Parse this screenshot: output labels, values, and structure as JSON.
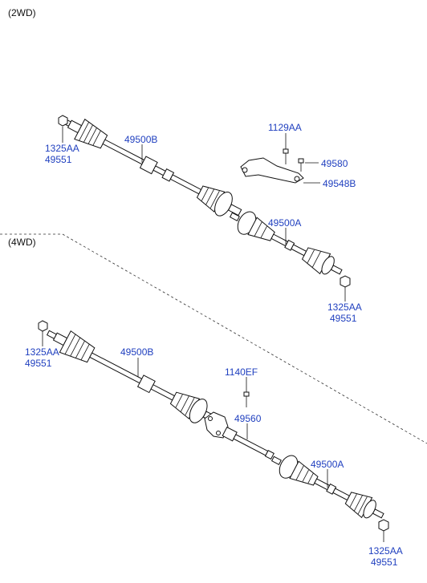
{
  "sections": {
    "two_wd": "(2WD)",
    "four_wd": "(4WD)"
  },
  "labels_2wd": {
    "nut_left_a": "1325AA",
    "nut_left_b": "49551",
    "shaft_left": "49500B",
    "bolt_bracket": "1129AA",
    "bolt_small": "49580",
    "bracket": "49548B",
    "shaft_right": "49500A",
    "nut_right_a": "1325AA",
    "nut_right_b": "49551"
  },
  "labels_4wd": {
    "nut_left_a": "1325AA",
    "nut_left_b": "49551",
    "shaft_left": "49500B",
    "bolt": "1140EF",
    "intermediate_shaft": "49560",
    "shaft_right": "49500A",
    "nut_right_a": "1325AA",
    "nut_right_b": "49551"
  },
  "colors": {
    "label": "#1f3fbf",
    "line": "#111111"
  }
}
